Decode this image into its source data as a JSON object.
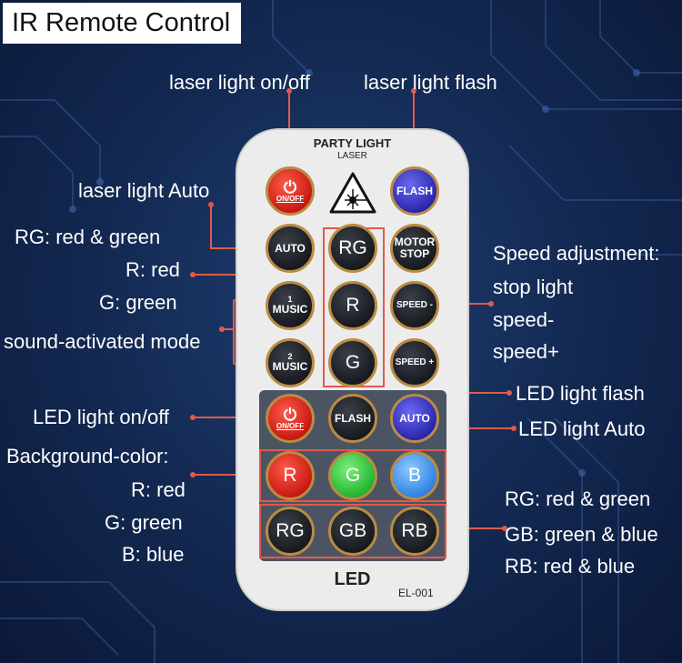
{
  "title": "IR Remote Control",
  "remote": {
    "brand": "PARTY LIGHT",
    "subbrand": "LASER",
    "section_label": "LED",
    "model": "EL-001",
    "laser_buttons": {
      "power_text": "ON/OFF",
      "flash": "FLASH",
      "auto": "AUTO",
      "rg": "RG",
      "r": "R",
      "g": "G",
      "motor_stop_1": "MOTOR",
      "motor_stop_2": "STOP",
      "music1_num": "1",
      "music1_text": "MUSIC",
      "music2_num": "2",
      "music2_text": "MUSIC",
      "speed_minus": "SPEED -",
      "speed_plus": "SPEED +"
    },
    "led_buttons": {
      "power_text": "ON/OFF",
      "flash": "FLASH",
      "auto": "AUTO",
      "r": "R",
      "g": "G",
      "b": "B",
      "rg": "RG",
      "gb": "GB",
      "rb": "RB"
    }
  },
  "labels": {
    "laser_onoff": "laser light on/off",
    "laser_flash": "laser light flash",
    "laser_auto": "laser light Auto",
    "rg_red_green": "RG:  red & green",
    "r_red": "R: red",
    "g_green": "G: green",
    "sound_mode": "sound-activated mode",
    "speed_adjust": "Speed adjustment:",
    "stop_light": "stop light",
    "speed_minus": "speed-",
    "speed_plus": "speed+",
    "led_flash": "LED light flash",
    "led_auto": "LED light Auto",
    "led_onoff": "LED light on/off",
    "bg_color": "Background-color:",
    "bg_r": "R: red",
    "bg_g": "G: green",
    "bg_b": "B: blue",
    "led_rg": "RG: red & green",
    "led_gb": "GB: green & blue",
    "led_rb": "RB: red & blue"
  },
  "colors": {
    "callout_line": "#e05a4a",
    "background": "#142b55",
    "button_ring": "#b98b45"
  }
}
